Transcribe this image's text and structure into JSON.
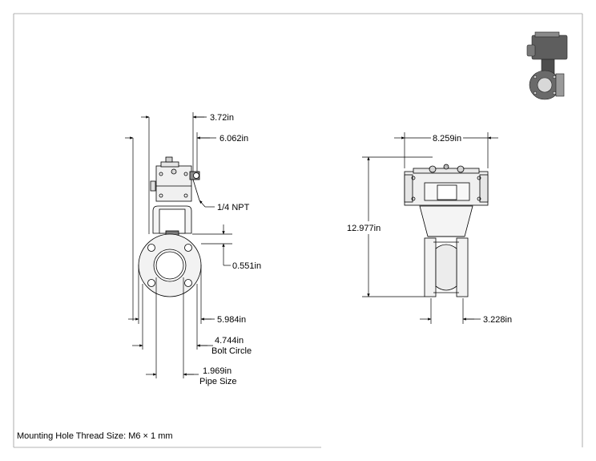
{
  "note": "Mounting Hole Thread Size: M6 × 1 mm",
  "front_view": {
    "dim_top_offset": "3.72in",
    "dim_height_to_center": "6.062in",
    "port_label": "1/4 NPT",
    "dim_flange_thickness": "0.551in",
    "dim_flange_od": "5.984in",
    "dim_bolt_circle": "4.744in",
    "bolt_circle_label": "Bolt Circle",
    "dim_pipe_size": "1.969in",
    "pipe_size_label": "Pipe Size"
  },
  "side_view": {
    "dim_actuator_width": "8.259in",
    "dim_overall_height": "12.977in",
    "dim_face_to_face": "3.228in"
  },
  "colors": {
    "line": "#000000",
    "body_fill": "#f0f0f0",
    "dark_fill": "#6b6b6b",
    "border": "#9a9a9a"
  },
  "thumbnail": {
    "icon": "valve-3d-thumbnail-icon"
  }
}
